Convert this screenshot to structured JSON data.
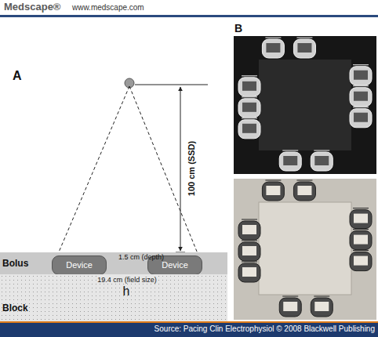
{
  "diagram": {
    "caption": "Source: Pacing Clin Electrophysiol © 2008 Blackwell Publishing",
    "nodes": [
      {
        "text": [
          "Bolus"
        ]
      },
      {
        "text": [
          "Device"
        ],
        "in": 0
      },
      {
        "text": [
          "Device"
        ],
        "in": 0
      },
      {
        "text": [
          "Block"
        ]
      }
    ],
    "edges": [
      {
        "from": 1,
        "to": 2,
        "arrow": "none"
      }
    ],
    "labels": [
      "Medscape®",
      "www.medscape.com",
      "A",
      "B",
      "100 cm (SSD)",
      "1.5 cm (depth)",
      "19.4 cm (field size)",
      "h"
    ]
  }
}
